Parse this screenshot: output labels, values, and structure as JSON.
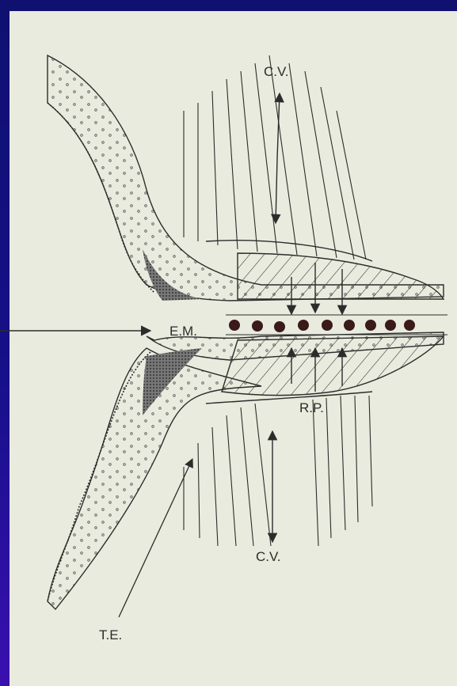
{
  "diagram": {
    "labels": {
      "cv_top": "C.V.",
      "cv_bottom": "C.V.",
      "em": "E.M.",
      "rp": "R.P.",
      "te": "T.E."
    },
    "colors": {
      "background": "#0c0d6e",
      "paper": "#e9ebde",
      "ink": "#2c2c2c",
      "dot": "#3a1a1a"
    }
  }
}
